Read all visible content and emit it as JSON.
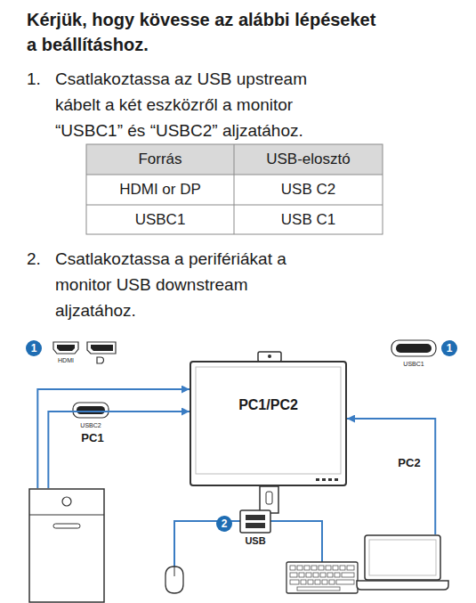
{
  "diagram": {
    "title": "Kérjük, hogy kövesse az alábbi lépéseket a beállításhoz.",
    "nodes": [
      {
        "text": [
          "PC1/PC2"
        ]
      },
      {
        "text": [
          "PC1"
        ]
      },
      {
        "text": [
          "PC2"
        ]
      },
      {
        "text": [
          "USB"
        ]
      }
    ],
    "edges": [
      {
        "from": 1,
        "to": 0,
        "arrow": "to"
      },
      {
        "from": 1,
        "to": 0,
        "arrow": "to"
      },
      {
        "from": 2,
        "to": 0,
        "arrow": "to"
      }
    ],
    "labels": [
      "1.",
      "Csatlakoztassa az USB upstream kábelt a két eszközről a monitor “USBC1” és “USBC2” aljzatához.",
      "Forrás",
      "USB-elosztó",
      "HDMI or DP",
      "USB C2",
      "USBC1",
      "USB C1",
      "2.",
      "Csatlakoztassa a perifériákat a monitor USB downstream aljzatához.",
      "1",
      "HDMI",
      "1",
      "USBC1",
      "USBC2",
      "2"
    ]
  }
}
